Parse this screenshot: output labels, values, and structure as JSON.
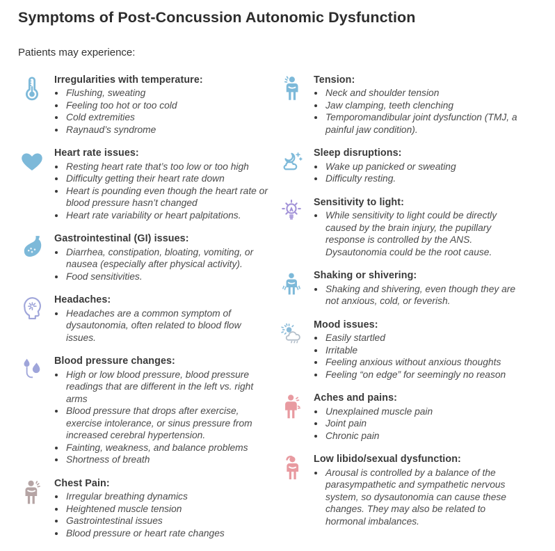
{
  "title": "Symptoms of Post-Concussion Autonomic Dysfunction",
  "subtitle": "Patients may experience:",
  "colors": {
    "light_blue": "#7db9d9",
    "periwinkle": "#9fa5da",
    "lavender": "#a393d8",
    "mauve": "#b5a4a4",
    "pink": "#e89aa0",
    "sun_blue": "#8abbd9",
    "cloud_gray": "#b4bfca",
    "heading_text": "#3a3a3a",
    "body_text": "#4a4a4a"
  },
  "columns": [
    {
      "name": "left",
      "sections": [
        {
          "icon": "thermometer-icon",
          "color": "light_blue",
          "heading": "Irregularities with temperature:",
          "bullets": [
            "Flushing, sweating",
            "Feeling too hot or too cold",
            "Cold extremities",
            "Raynaud’s syndrome"
          ]
        },
        {
          "icon": "heart-icon",
          "color": "light_blue",
          "heading": "Heart rate issues:",
          "bullets": [
            "Resting heart rate that’s too low or too high",
            "Difficulty getting their heart rate down",
            "Heart is pounding even though the heart rate or blood pressure hasn’t changed",
            "Heart rate variability or heart palpitations."
          ]
        },
        {
          "icon": "stomach-icon",
          "color": "light_blue",
          "heading": "Gastrointestinal (GI) issues:",
          "bullets": [
            "Diarrhea, constipation, bloating, vomiting, or nausea (especially after physical activity).",
            "Food sensitivities."
          ]
        },
        {
          "icon": "headache-head-icon",
          "color": "periwinkle",
          "heading": "Headaches:",
          "bullets": [
            "Headaches are a common symptom of dysautonomia, often related to blood flow issues."
          ]
        },
        {
          "icon": "blood-pressure-icon",
          "color": "periwinkle",
          "heading": "Blood pressure changes:",
          "bullets": [
            "High or low blood pressure, blood pressure readings that are different in the left vs. right arms",
            "Blood pressure that drops after exercise, exercise intolerance, or sinus pressure from increased cerebral hypertension.",
            "Fainting, weakness, and balance problems",
            "Shortness of breath"
          ]
        },
        {
          "icon": "chest-pain-person-icon",
          "color": "mauve",
          "heading": "Chest Pain:",
          "bullets": [
            "Irregular breathing dynamics",
            "Heightened muscle tension",
            "Gastrointestinal issues",
            "Blood pressure or heart rate changes"
          ]
        }
      ]
    },
    {
      "name": "right",
      "sections": [
        {
          "icon": "tension-person-icon",
          "color": "light_blue",
          "heading": "Tension:",
          "bullets": [
            "Neck and shoulder tension",
            "Jaw clamping, teeth clenching",
            "Temporomandibular joint dysfunction (TMJ, a painful jaw condition)."
          ]
        },
        {
          "icon": "sleep-moon-icon",
          "color": "light_blue",
          "heading": "Sleep disruptions:",
          "bullets": [
            "Wake up panicked or sweating",
            "Difficulty resting."
          ]
        },
        {
          "icon": "lightbulb-icon",
          "color": "lavender",
          "heading": "Sensitivity to light:",
          "bullets": [
            "While sensitivity to light could be directly caused by the brain injury, the pupillary response is controlled by the ANS. Dysautonomia could be the root cause."
          ]
        },
        {
          "icon": "shivering-person-icon",
          "color": "light_blue",
          "heading": "Shaking or shivering:",
          "bullets": [
            "Shaking and shivering, even though they are not anxious, cold, or feverish."
          ]
        },
        {
          "icon": "mood-weather-icon",
          "color": "cloud_gray",
          "heading": "Mood issues:",
          "bullets": [
            "Easily startled",
            "Irritable",
            "Feeling anxious without anxious thoughts",
            "Feeling “on edge” for seemingly no reason"
          ]
        },
        {
          "icon": "aches-person-icon",
          "color": "pink",
          "heading": "Aches and pains:",
          "bullets": [
            "Unexplained muscle pain",
            "Joint pain",
            "Chronic pain"
          ]
        },
        {
          "icon": "low-libido-person-icon",
          "color": "pink",
          "heading": "Low libido/sexual dysfunction:",
          "bullets": [
            "Arousal is controlled by a balance of the parasympathetic and sympathetic nervous system, so dysautonomia can cause these changes. They may also be related to hormonal imbalances."
          ]
        }
      ]
    }
  ]
}
